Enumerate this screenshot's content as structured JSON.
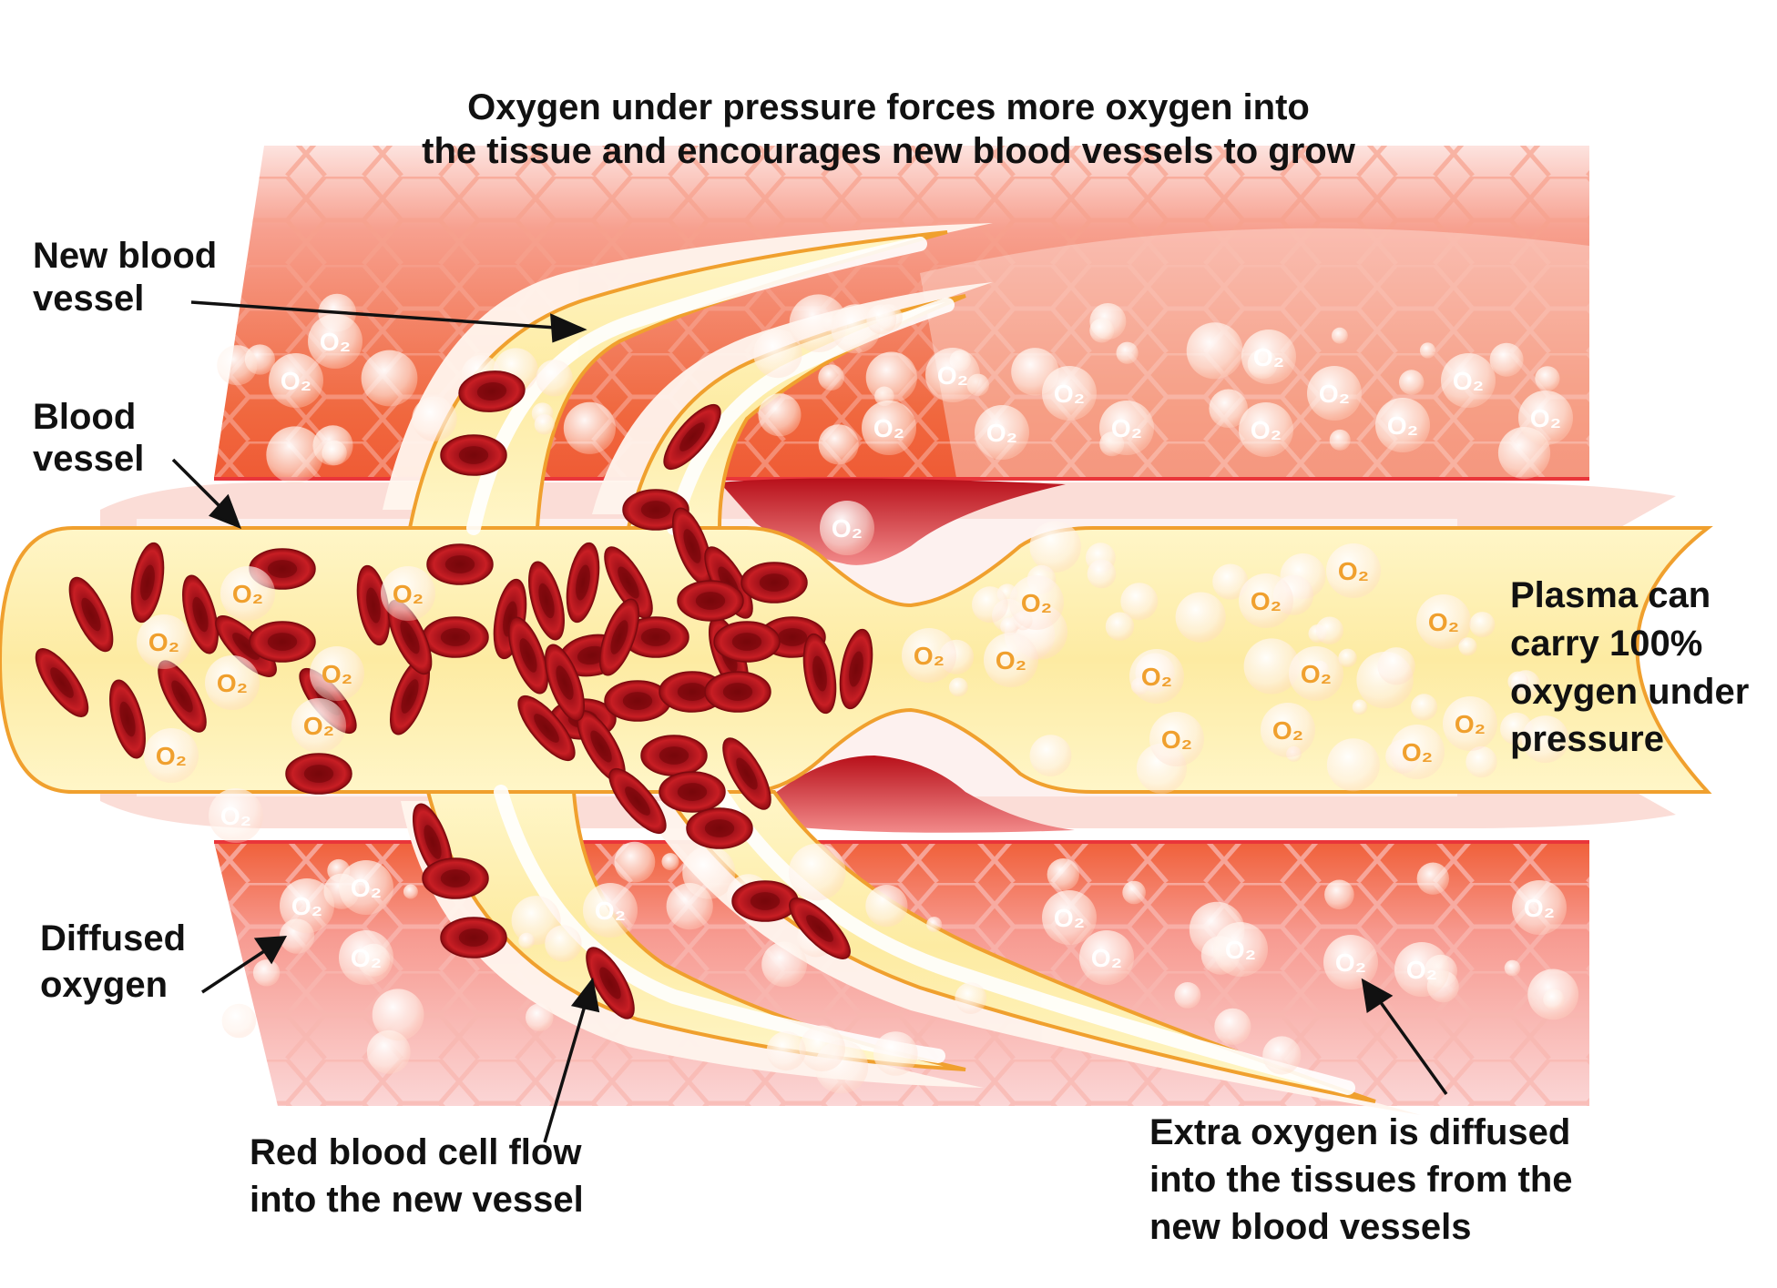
{
  "title": {
    "line1": "Oxygen under pressure forces more oxygen into",
    "line2": "the tissue and encourages new blood vessels to grow"
  },
  "labels": {
    "new_vessel": [
      "New blood",
      "vessel"
    ],
    "blood_vessel": [
      "Blood",
      "vessel"
    ],
    "plasma": [
      "Plasma can",
      "carry 100%",
      "oxygen under",
      "pressure"
    ],
    "diffused": [
      "Diffused",
      "oxygen"
    ],
    "rbc_flow": [
      "Red blood cell flow",
      "into the new vessel"
    ],
    "extra_oxygen": [
      "Extra oxygen is diffused",
      "into the tissues from the",
      "new blood vessels"
    ]
  },
  "o2_label": "O₂",
  "colors": {
    "tissue_top": "#f26a3f",
    "tissue_bottom": "#f6a2a0",
    "plasma": "#fdf1b6",
    "vessel_outline": "#f0a02e",
    "rbc": "#b5141c",
    "o2_text": "#f0a02e"
  }
}
